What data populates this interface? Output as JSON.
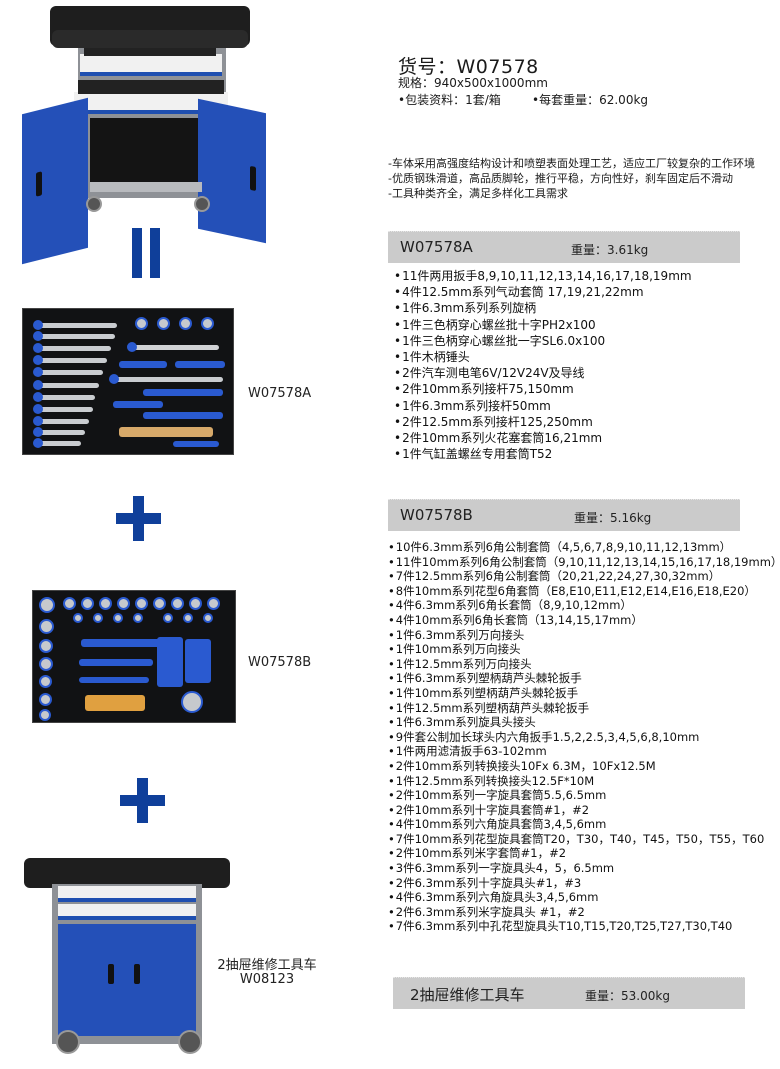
{
  "header": {
    "code_label": "货号：",
    "code": "W07578",
    "spec_label": "规格：",
    "spec": "940x500x1000mm",
    "packing_label": "包装资料：",
    "packing": "1套/箱",
    "weight_label": "每套重量：",
    "weight": "62.00kg"
  },
  "features": [
    "车体采用高强度结构设计和喷塑表面处理工艺，适应工厂较复杂的工作环境",
    "优质钢珠滑道，高品质脚轮，推行平稳，方向性好，刹车固定后不滑动",
    "工具种类齐全，满足多样化工具需求"
  ],
  "sections": {
    "a": {
      "code": "W07578A",
      "image_label": "W07578A",
      "weight_label": "重量：",
      "weight": "3.61kg",
      "items": [
        "11件两用扳手8,9,10,11,12,13,14,16,17,18,19mm",
        "4件12.5mm系列气动套筒 17,19,21,22mm",
        "1件6.3mm系列系列旋柄",
        "1件三色柄穿心螺丝批十字PH2x100",
        "1件三色柄穿心螺丝批一字SL6.0x100",
        "1件木柄锤头",
        "2件汽车测电笔6V/12V24V及导线",
        "2件10mm系列接杆75,150mm",
        "1件6.3mm系列接杆50mm",
        "2件12.5mm系列接杆125,250mm",
        "2件10mm系列火花塞套筒16,21mm",
        "1件气缸盖螺丝专用套筒T52"
      ]
    },
    "b": {
      "code": "W07578B",
      "image_label": "W07578B",
      "weight_label": "重量：",
      "weight": "5.16kg",
      "items": [
        "10件6.3mm系列6角公制套筒（4,5,6,7,8,9,10,11,12,13mm）",
        "11件10mm系列6角公制套筒（9,10,11,12,13,14,15,16,17,18,19mm）",
        "7件12.5mm系列6角公制套筒（20,21,22,24,27,30,32mm）",
        "8件10mm系列花型6角套筒（E8,E10,E11,E12,E14,E16,E18,E20）",
        "4件6.3mm系列6角长套筒（8,9,10,12mm）",
        "4件10mm系列6角长套筒（13,14,15,17mm）",
        "1件6.3mm系列万向接头",
        "1件10mm系列万向接头",
        "1件12.5mm系列万向接头",
        "1件6.3mm系列塑柄葫芦头棘轮扳手",
        "1件10mm系列塑柄葫芦头棘轮扳手",
        "1件12.5mm系列塑柄葫芦头棘轮扳手",
        "1件6.3mm系列旋具头接头",
        "9件套公制加长球头内六角扳手1.5,2,2.5,3,4,5,6,8,10mm",
        "1件两用滤清扳手63-102mm",
        "2件10mm系列转换接头10Fx 6.3M，10Fx12.5M",
        "1件12.5mm系列转换接头12.5F*10M",
        "2件10mm系列一字旋具套筒5.5,6.5mm",
        "2件10mm系列十字旋具套筒#1，#2",
        "4件10mm系列六角旋具套筒3,4,5,6mm",
        "7件10mm系列花型旋具套筒T20，T30，T40，T45，T50，T55，T60",
        "2件10mm系列米字套筒#1，#2",
        "3件6.3mm系列一字旋具头4，5，6.5mm",
        "2件6.3mm系列十字旋具头#1，#3",
        "4件6.3mm系列六角旋具头3,4,5,6mm",
        "2件6.3mm系列米字旋具头 #1，#2",
        "7件6.3mm系列中孔花型旋具头T10,T15,T20,T25,T27,T30,T40"
      ]
    },
    "cart": {
      "name": "2抽屉维修工具车",
      "image_label_line1": "2抽屉维修工具车",
      "image_label_line2": "W08123",
      "weight_label": "重量：",
      "weight": "53.00kg"
    }
  },
  "colors": {
    "accent_blue": "#0f3f9a",
    "bar_gray": "#cbcbcb",
    "door_blue": "#2450b8"
  }
}
